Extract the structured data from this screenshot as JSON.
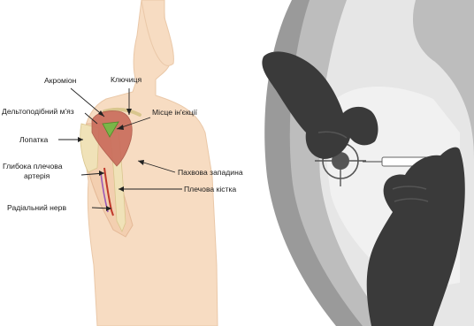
{
  "anatomy": {
    "labels": {
      "acromion": "Акроміон",
      "clavicle": "Ключиця",
      "deltoid": "Дельтоподібний м'яз",
      "injection_site": "Місце ін'єкції",
      "scapula": "Лопатка",
      "axilla": "Пахвова западина",
      "deep_brachial_artery_l1": "Глибока плечова",
      "deep_brachial_artery_l2": "артерія",
      "humerus": "Плечова кістка",
      "radial_nerve": "Радіальний нерв"
    }
  },
  "colors": {
    "skin": "#f7dcc2",
    "skin_outline": "#eac8a8",
    "muscle": "#c96b5a",
    "injection_target": "#7ab648",
    "bone": "#f0e2b8",
    "artery": "#c0392b",
    "nerve": "#9b59b6",
    "glove": "#3a3a3a",
    "arm_light": "#e6e6e6",
    "arm_mid": "#bdbdbd",
    "arm_dark": "#9a9a9a",
    "target": "#555555"
  },
  "icons": {
    "target": "crosshair-target-icon",
    "syringe": "syringe-icon"
  }
}
